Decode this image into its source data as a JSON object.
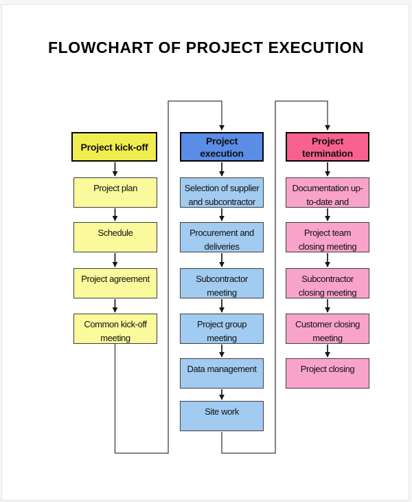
{
  "page": {
    "title": "FLOWCHART OF PROJECT EXECUTION",
    "background": "#ffffff",
    "frame_border_color": "#e2e2e2"
  },
  "flowchart": {
    "arrow_color": "#161616",
    "connector_color": "#3c3c3c",
    "columns": [
      {
        "id": "kick-off",
        "header": {
          "label": "Project kick-off",
          "fill": "#F0EE4E"
        },
        "step_fill": "#FAF99B",
        "steps": [
          {
            "label": "Project plan"
          },
          {
            "label": "Schedule"
          },
          {
            "label": "Project agreement"
          },
          {
            "label": "Common kick-off\nmeeting"
          }
        ]
      },
      {
        "id": "execution",
        "header": {
          "label": "Project\nexecution",
          "fill": "#5B8CE6"
        },
        "step_fill": "#A1CBF0",
        "steps": [
          {
            "label": "Selection of supplier\nand subcontractor"
          },
          {
            "label": "Procurement and\ndeliveries"
          },
          {
            "label": "Subcontractor\nmeeting"
          },
          {
            "label": "Project group\nmeeting"
          },
          {
            "label": "Data management"
          },
          {
            "label": "Site work"
          }
        ]
      },
      {
        "id": "termination",
        "header": {
          "label": "Project\ntermination",
          "fill": "#F8618F"
        },
        "step_fill": "#F9A3CB",
        "steps": [
          {
            "label": "Documentation up-\nto-date and"
          },
          {
            "label": "Project team\nclosing meeting"
          },
          {
            "label": "Subcontractor\nclosing meeting"
          },
          {
            "label": "Customer closing\nmeeting"
          },
          {
            "label": "Project closing"
          }
        ]
      }
    ]
  }
}
